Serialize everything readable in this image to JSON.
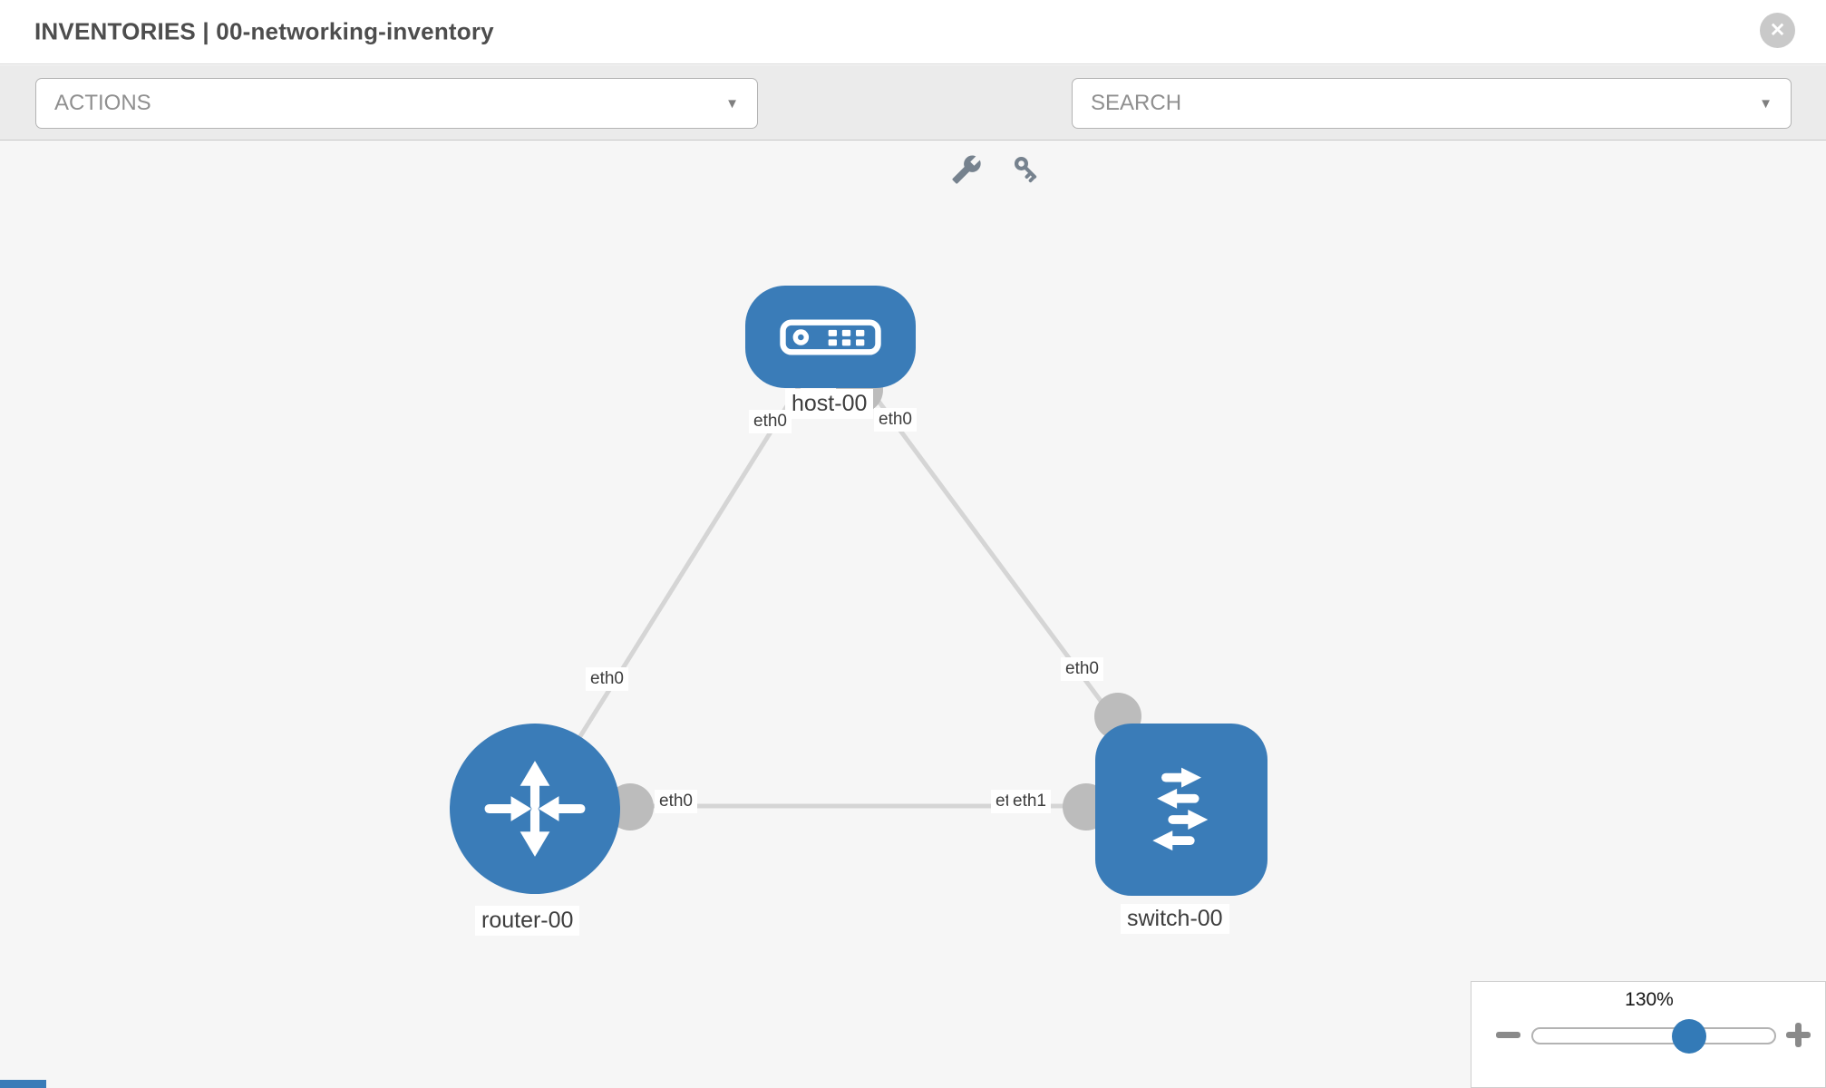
{
  "header": {
    "title": "INVENTORIES | 00-networking-inventory",
    "close_glyph": "✕"
  },
  "toolbar": {
    "actions_label": "ACTIONS",
    "search_placeholder": "SEARCH",
    "caret_glyph": "▼",
    "icons": [
      "wrench-icon",
      "key-icon"
    ]
  },
  "topology": {
    "nodes": [
      {
        "label": "host-00",
        "type": "host"
      },
      {
        "label": "router-00",
        "type": "router"
      },
      {
        "label": "switch-00",
        "type": "switch"
      }
    ],
    "links": [
      {
        "from": "router-00",
        "from_interface": "eth0",
        "to": "host-00",
        "to_interface": "eth0"
      },
      {
        "from": "switch-00",
        "from_interface": "eth0",
        "to": "host-00",
        "to_interface": "eth0"
      },
      {
        "from": "router-00",
        "from_interface": "eth0",
        "to": "switch-00",
        "to_interface": "eth1"
      }
    ],
    "interface_labels": {
      "host_left": "eth0",
      "host_right": "eth0",
      "router_top": "eth0",
      "switch_top": "eth0",
      "mid_router": "eth0",
      "mid_switch_under": "eth0",
      "mid_switch_over": "eth1"
    }
  },
  "zoom_control": {
    "level": "130%"
  },
  "colors": {
    "node_blue": "#3a7cb8",
    "link_gray": "#d5d5d5",
    "connector_gray": "#bcbcbc",
    "toolbar_bg": "#ebebeb",
    "canvas_bg": "#f6f6f6"
  }
}
